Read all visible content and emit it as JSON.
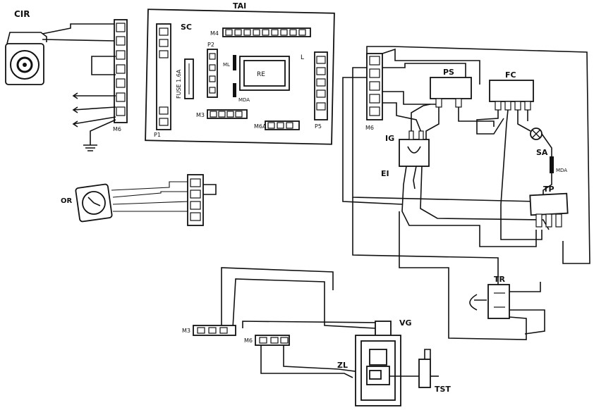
{
  "labels": {
    "cir": "CIR",
    "tai": "TAI",
    "sc": "SC",
    "fuse": "FUSE 1.6A",
    "ps": "PS",
    "fc": "FC",
    "ig": "IG",
    "ei": "EI",
    "sa": "SA",
    "tp": "TP",
    "tr": "TR",
    "or": "OR",
    "vg": "VG",
    "zl": "ZL",
    "tst": "TST",
    "re": "RE",
    "l": "L",
    "ml": "ML",
    "m6": "M6",
    "p1": "P1",
    "p2": "P2",
    "p5": "P5",
    "m4": "M4",
    "m3": "M3",
    "mda": "MDA",
    "m6a": "M6A",
    "m3b": "M3"
  }
}
